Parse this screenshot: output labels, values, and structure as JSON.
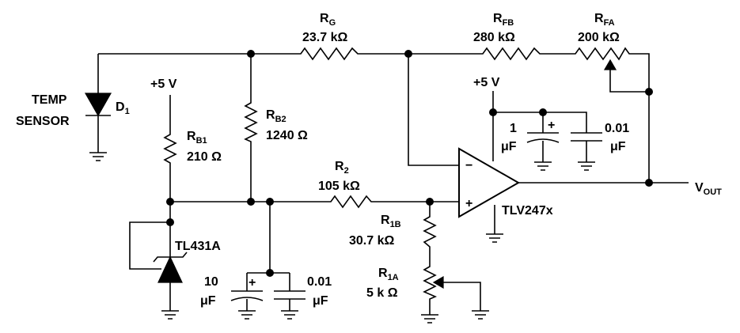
{
  "labels": {
    "rg_name": "R",
    "rg_sub": "G",
    "rg_value": "23.7 kΩ",
    "rfb_name": "R",
    "rfb_sub": "FB",
    "rfb_value": "280 kΩ",
    "rfa_name": "R",
    "rfa_sub": "FA",
    "rfa_value": "200 kΩ",
    "temp_line1": "TEMP",
    "temp_line2": "SENSOR",
    "d1_name": "D",
    "d1_sub": "1",
    "supply_left": "+5 V",
    "supply_right": "+5 V",
    "rb1_name": "R",
    "rb1_sub": "B1",
    "rb1_value": "210 Ω",
    "rb2_name": "R",
    "rb2_sub": "B2",
    "rb2_value": "1240 Ω",
    "r2_name": "R",
    "r2_sub": "2",
    "r2_value": "105 kΩ",
    "r1b_name": "R",
    "r1b_sub": "1B",
    "r1b_value": "30.7 kΩ",
    "r1a_name": "R",
    "r1a_sub": "1A",
    "r1a_value": "5 k Ω",
    "tl431": "TL431A",
    "opamp": "TLV247x",
    "vout_name": "V",
    "vout_sub": "OUT",
    "cap_top_1_value": "1",
    "cap_top_1_unit": "μF",
    "cap_top_2_value": "0.01",
    "cap_top_2_unit": "μF",
    "cap_bot_1_value": "10",
    "cap_bot_1_unit": "μF",
    "cap_bot_2_value": "0.01",
    "cap_bot_2_unit": "μF",
    "plus": "+",
    "minus": "−"
  }
}
